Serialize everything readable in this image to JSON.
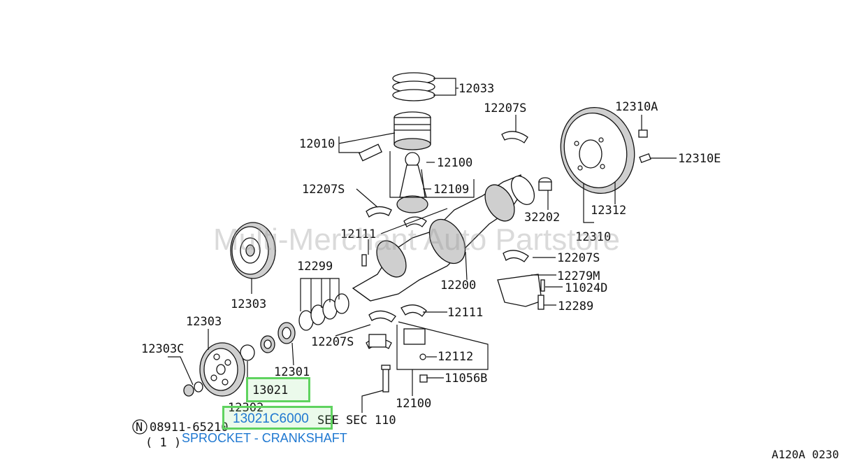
{
  "watermark": "Multi-Merchant Auto Partstore",
  "highlight": {
    "ref": "13021",
    "part_number": "13021C6000",
    "description": "SPROCKET - CRANKSHAFT"
  },
  "corner_code": "A120A 0230",
  "labels": {
    "l12033": "12033",
    "l12207s_top": "12207S",
    "l12310a": "12310A",
    "l12010": "12010",
    "l12100_top": "12100",
    "l12310e": "12310E",
    "l12207s_left": "12207S",
    "l12109": "12109",
    "l32202": "32202",
    "l12312": "12312",
    "l12111_upper": "12111",
    "l12310": "12310",
    "l12207s_right": "12207S",
    "l12299": "12299",
    "l12279m": "12279M",
    "l12200": "12200",
    "l11024d": "11024D",
    "l12303_upper": "12303",
    "l12289": "12289",
    "l12111_lower": "12111",
    "l12303_lower": "12303",
    "l12207s_lower": "12207S",
    "l12303c": "12303C",
    "l12112": "12112",
    "l12301": "12301",
    "l11056b": "11056B",
    "l12302": "12302",
    "l12100_bottom": "12100",
    "l08911": "08911-65210",
    "see_sec": "SEE SEC 110",
    "qty": "( 1 )",
    "n_symbol": "N"
  }
}
